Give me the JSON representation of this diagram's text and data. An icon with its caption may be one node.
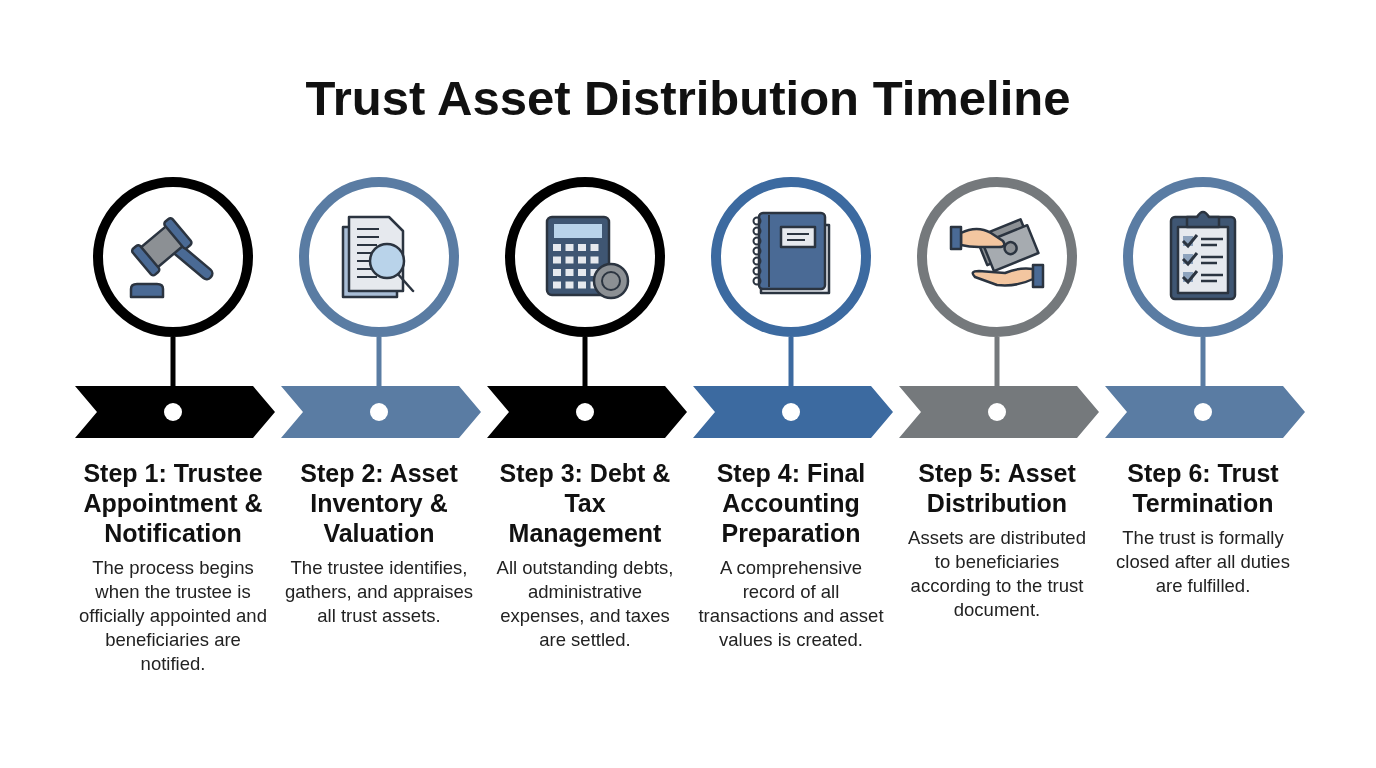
{
  "diagram": {
    "title": "Trust Asset Distribution Timeline",
    "nodes": [
      {
        "text": [],
        "shape": "circle"
      },
      {
        "text": [
          "Step 1: Trustee Appointment & Notification",
          "The process begins when the trustee is officially appointed and beneficiaries are notified."
        ]
      },
      {
        "text": [],
        "shape": "circle"
      },
      {
        "text": [
          "Step 2: Asset Inventory & Valuation",
          "The trustee identifies, gathers, and appraises all trust assets."
        ]
      },
      {
        "text": [],
        "shape": "circle"
      },
      {
        "text": [
          "Step 3: Debt & Tax Management",
          "All outstanding debts, administrative expenses, and taxes are settled."
        ]
      },
      {
        "text": [],
        "shape": "circle"
      },
      {
        "text": [
          "Step 4: Final Accounting Preparation",
          "A comprehensive record of all transactions and asset values is created."
        ]
      },
      {
        "text": [],
        "shape": "circle"
      },
      {
        "text": [
          "Step 5: Asset Distribution",
          "Assets are distributed to beneficiaries according to the trust document."
        ]
      },
      {
        "text": [],
        "shape": "circle"
      },
      {
        "text": [
          "Step 6: Trust Termination",
          "The trust is formally closed after all duties are fulfilled."
        ]
      }
    ],
    "edges": [
      {
        "from": 0,
        "to": 1,
        "arrow": "none",
        "color": "#000000"
      },
      {
        "from": 2,
        "to": 3,
        "arrow": "none",
        "color": "#5a7ca3"
      },
      {
        "from": 4,
        "to": 5,
        "arrow": "none",
        "color": "#000000"
      },
      {
        "from": 6,
        "to": 7,
        "arrow": "none",
        "color": "#3c6aa0"
      },
      {
        "from": 8,
        "to": 9,
        "arrow": "none",
        "color": "#75797c"
      },
      {
        "from": 10,
        "to": 11,
        "arrow": "none",
        "color": "#5a7ca3"
      }
    ]
  }
}
